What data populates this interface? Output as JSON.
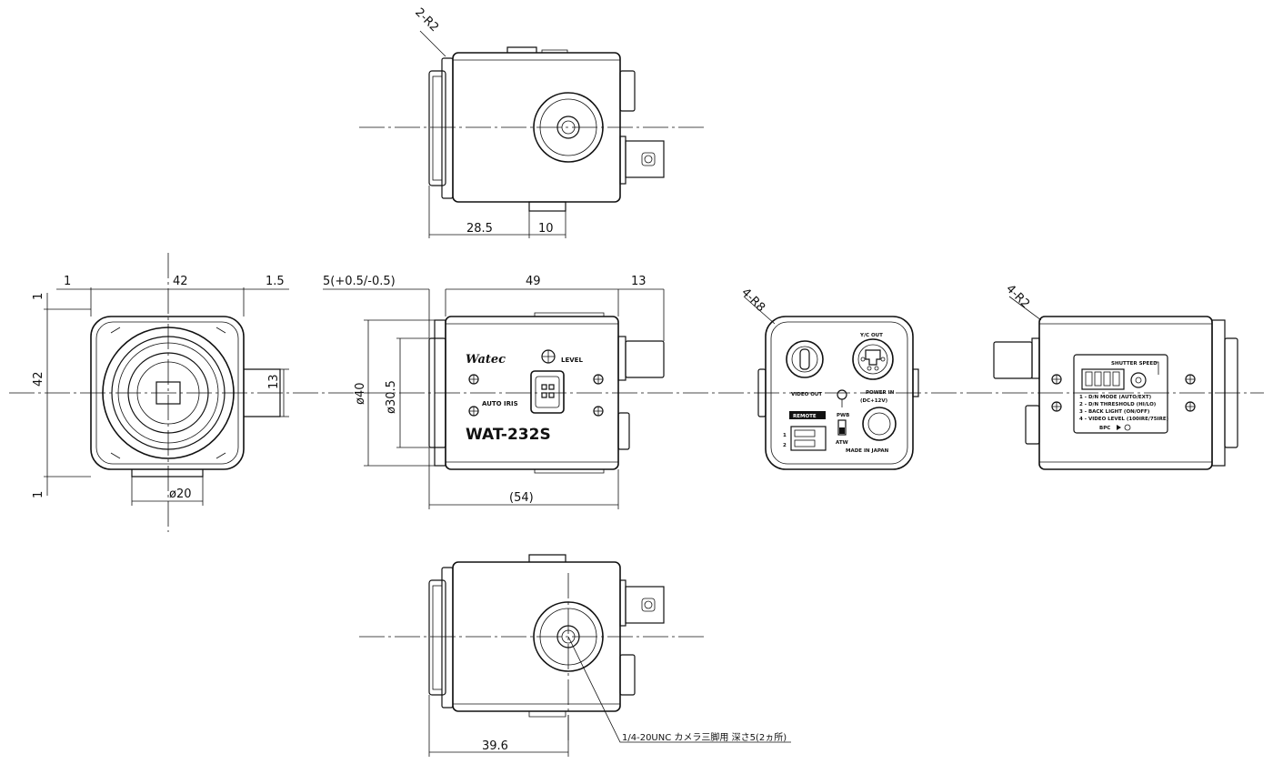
{
  "top_view": {
    "corner_radius": "2-R2",
    "dim_body": "28.5",
    "dim_mount": "10"
  },
  "front_view": {
    "dim_left_gap": "1",
    "dim_width": "42",
    "dim_right_gap": "1.5",
    "dim_top_gap": "1",
    "dim_height": "42",
    "dim_bottom_gap": "1",
    "dim_connector": "13",
    "dim_lens_dia": "ø20"
  },
  "side_view": {
    "dim_offset": "5(+0.5/-0.5)",
    "dim_length": "49",
    "dim_bnc": "13",
    "dim_dia40": "ø40",
    "dim_dia30": "ø30.5",
    "dim_total": "(54)",
    "brand": "Watec",
    "level_label": "LEVEL",
    "auto_iris_label": "AUTO IRIS",
    "model": "WAT-232S"
  },
  "rear_view": {
    "corner_radius": "4-R8",
    "yc_out": "Y/C OUT",
    "video_out": "VIDEO OUT",
    "power_in": "POWER IN",
    "power_spec": "(DC+12V)",
    "remote": "REMOTE",
    "remote_pin1": "1",
    "remote_pin2": "2",
    "pwb": "PWB",
    "atw": "ATW",
    "made_in": "MADE IN JAPAN"
  },
  "right_side_view": {
    "corner_radius": "4-R2",
    "shutter_speed": "SHUTTER SPEED",
    "switch_rows": [
      "1 - D/N MODE  (AUTO/EXT)",
      "2 - D/N THRESHOLD  (HI/LO)",
      "3 - BACK LIGHT  (ON/OFF)",
      "4 - VIDEO LEVEL  (100IRE/75IRE)"
    ],
    "bpc": "BPC"
  },
  "bottom_view": {
    "dim_body": "39.6",
    "tripod_note": "1/4-20UNC カメラ三脚用 深さ5(2ヵ所)"
  }
}
